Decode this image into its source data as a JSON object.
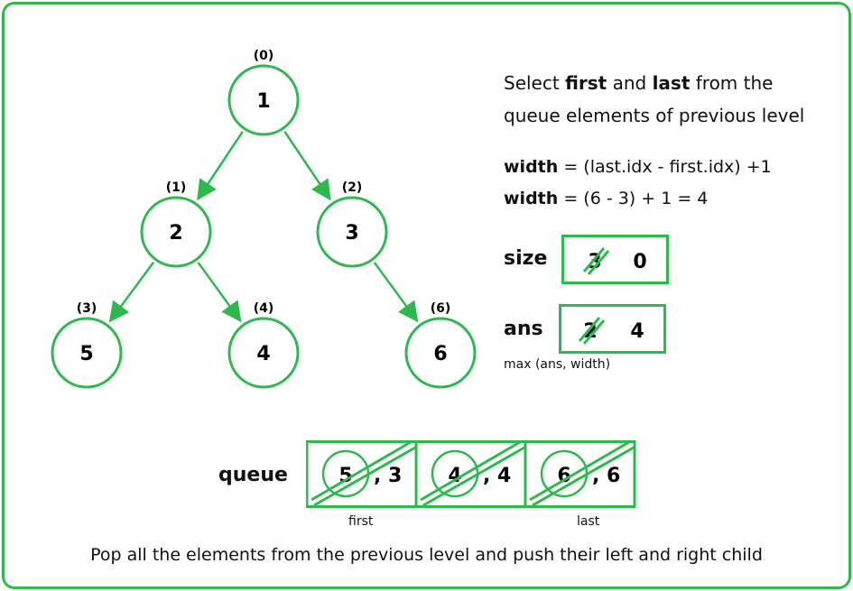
{
  "colors": {
    "accent": "#2db94d",
    "text": "#111111",
    "background": "#ffffff"
  },
  "tree": {
    "nodes": [
      {
        "value": "1",
        "index_label": "(0)"
      },
      {
        "value": "2",
        "index_label": "(1)"
      },
      {
        "value": "3",
        "index_label": "(2)"
      },
      {
        "value": "5",
        "index_label": "(3)"
      },
      {
        "value": "4",
        "index_label": "(4)"
      },
      {
        "value": "6",
        "index_label": "(6)"
      }
    ],
    "edges": [
      [
        "1",
        "2"
      ],
      [
        "1",
        "3"
      ],
      [
        "2",
        "5"
      ],
      [
        "2",
        "4"
      ],
      [
        "3",
        "6"
      ]
    ]
  },
  "explanation": {
    "select_pre": "Select ",
    "select_first": "first",
    "select_and": " and ",
    "select_last": "last",
    "select_post": " from the",
    "select_line2": "queue elements of previous level",
    "width_label": "width",
    "width_formula": " = (last.idx - first.idx) +1",
    "width_label2": "width",
    "width_calc": " = (6 - 3) + 1 = 4"
  },
  "size": {
    "label": "size",
    "old_value": "3",
    "new_value": "0"
  },
  "ans": {
    "label": "ans",
    "old_value": "2",
    "new_value": "4",
    "note": "max (ans, width)"
  },
  "queue": {
    "label": "queue",
    "cells": [
      {
        "node": "5",
        "index": ", 3"
      },
      {
        "node": "4",
        "index": ", 4"
      },
      {
        "node": "6",
        "index": ", 6"
      }
    ],
    "first_label": "first",
    "last_label": "last"
  },
  "caption": "Pop all the elements from the previous level and push their left and right child"
}
